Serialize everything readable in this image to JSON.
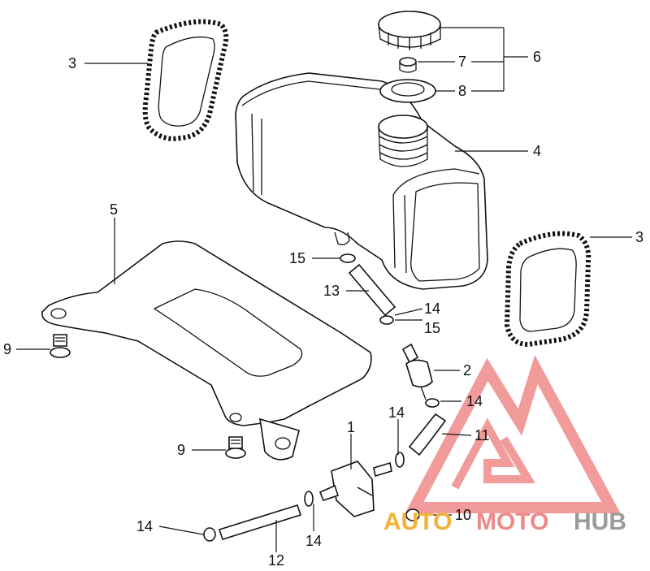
{
  "callouts": [
    {
      "id": "c1",
      "label": "1"
    },
    {
      "id": "c2",
      "label": "2"
    },
    {
      "id": "c3a",
      "label": "3"
    },
    {
      "id": "c3b",
      "label": "3"
    },
    {
      "id": "c4",
      "label": "4"
    },
    {
      "id": "c5",
      "label": "5"
    },
    {
      "id": "c6",
      "label": "6"
    },
    {
      "id": "c7",
      "label": "7"
    },
    {
      "id": "c8",
      "label": "8"
    },
    {
      "id": "c9a",
      "label": "9"
    },
    {
      "id": "c9b",
      "label": "9"
    },
    {
      "id": "c10",
      "label": "10"
    },
    {
      "id": "c11",
      "label": "11"
    },
    {
      "id": "c12",
      "label": "12"
    },
    {
      "id": "c13",
      "label": "13"
    },
    {
      "id": "c14a",
      "label": "14"
    },
    {
      "id": "c14b",
      "label": "14"
    },
    {
      "id": "c14c",
      "label": "14"
    },
    {
      "id": "c14d",
      "label": "14"
    },
    {
      "id": "c14e",
      "label": "14"
    },
    {
      "id": "c15a",
      "label": "15"
    },
    {
      "id": "c15b",
      "label": "15"
    }
  ],
  "watermark": {
    "part1": "AUTO",
    "part2": "MOTO",
    "part3": "HUB",
    "color_auto": "#f2b234",
    "color_moto": "#ee8a8a",
    "color_hub": "#9a9a9a",
    "logo_color": "#e84a4a"
  }
}
